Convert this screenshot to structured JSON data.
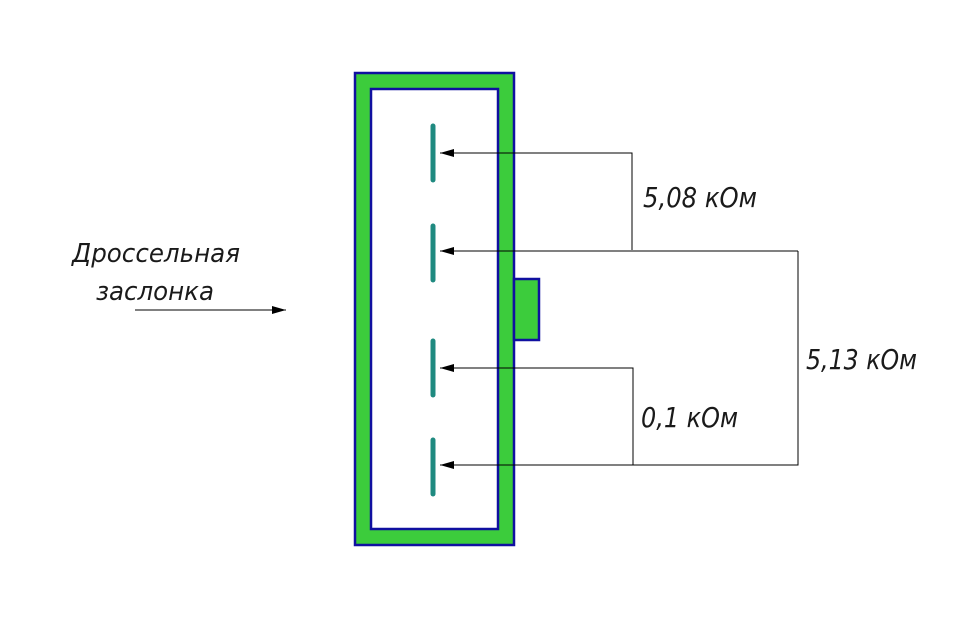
{
  "labels": {
    "component_line1": "Дроссельная",
    "component_line2": "заслонка",
    "r_upper": "5,08 кОм",
    "r_total": "5,13 кОм",
    "r_lower": "0,1 кОм"
  },
  "colors": {
    "housing_fill": "#3ccc3c",
    "housing_outline": "#1010a0",
    "terminal": "#1f8a80",
    "lines": "#000000"
  }
}
